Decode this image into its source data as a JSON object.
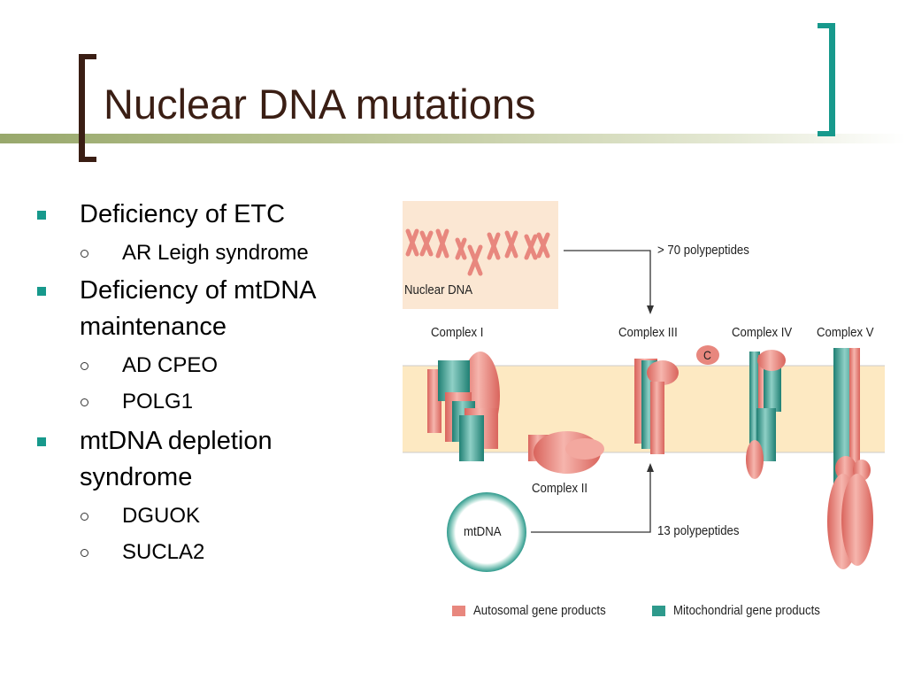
{
  "slide": {
    "title": "Nuclear DNA mutations",
    "colors": {
      "title": "#3a1e14",
      "accent": "#17998c",
      "rule": "#98a86c"
    }
  },
  "bullets": [
    {
      "text": "Deficiency of ETC",
      "children": [
        "AR Leigh syndrome"
      ]
    },
    {
      "text": "Deficiency of mtDNA maintenance",
      "children": [
        "AD CPEO",
        "POLG1"
      ]
    },
    {
      "text": "mtDNA depletion syndrome",
      "children": [
        "DGUOK",
        "SUCLA2"
      ]
    }
  ],
  "diagram": {
    "nuclear_label": "Nuclear DNA",
    "nuclear_arrow_label": "> 70 polypeptides",
    "mtdna_label": "mtDNA",
    "mtdna_arrow_label": "13 polypeptides",
    "complexes": {
      "c1": "Complex I",
      "c2": "Complex II",
      "c3": "Complex III",
      "c4": "Complex IV",
      "c5": "Complex V",
      "cyt": "C"
    },
    "legend": {
      "autosomal": "Autosomal gene products",
      "mitochondrial": "Mitochondrial gene products"
    },
    "colors": {
      "autosomal": "#e8877e",
      "mitochondrial": "#2e9a8c",
      "membrane": "#fde9c2",
      "nuclear_bg": "#fbe7d3"
    }
  }
}
